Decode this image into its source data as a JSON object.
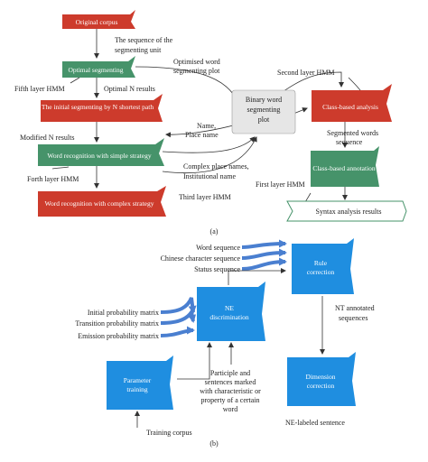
{
  "colors": {
    "red": "#cd3b2c",
    "green": "#46936a",
    "blue": "#1f8ee0",
    "gray": "#e6e6e6",
    "arrow": "#4a7fd0",
    "line": "#333333"
  },
  "part_a": {
    "caption": "(a)",
    "nodes": {
      "original_corpus": "Original corpus",
      "optimal_segmenting": "Optimal segmenting",
      "n_shortest_path": "The initial segmenting by N shortest path",
      "word_recognition_simple": "Word recognition with simple strategy",
      "word_recognition_complex": "Word recognition with complex strategy",
      "binary_plot": "Binary word segmenting plot",
      "class_based_analysis": "Class-based analysis",
      "class_based_annotation": "Class-based annotation",
      "syntax_results": "Syntax analysis results"
    },
    "labels": {
      "sequence_unit": "The sequence of the segmenting unit",
      "optimised_plot": "Optimised word segmenting plot",
      "fifth_layer": "Fifth layer HMM",
      "optimal_n": "Optimal N results",
      "name_place": "Name, Place name",
      "modified_n": "Modified N results",
      "forth_layer": "Forth layer HMM",
      "complex_place": "Complex place names, Institutional name",
      "third_layer": "Third layer HMM",
      "second_layer": "Second layer HMM",
      "segmented_words": "Segmented words sequence",
      "first_layer": "First layer HMM"
    }
  },
  "part_b": {
    "caption": "(b)",
    "nodes": {
      "rule_correction": "Rule correction",
      "ne_discrimination": "NE discrimination",
      "parameter_training": "Parameter training",
      "dimension_correction": "Dimension correction"
    },
    "labels": {
      "word_sequence": "Word sequence",
      "chinese_char_sequence": "Chinese character sequence",
      "status_sequence": "Status sequence",
      "initial_prob": "Initial probability matrix",
      "transition_prob": "Transition probability matrix",
      "emission_prob": "Emission probability matrix",
      "nt_annotated": "NT annotated sequences",
      "participle": "Participle and sentences marked with characteristic or property of a certain word",
      "training_corpus": "Training corpus",
      "ne_labeled": "NE-labeled sentence"
    }
  }
}
